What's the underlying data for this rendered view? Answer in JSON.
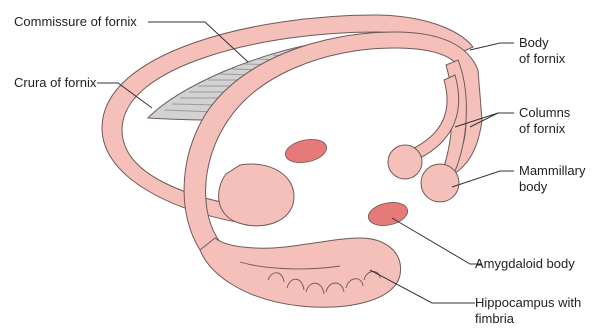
{
  "labels": {
    "commissure": "Commissure of fornix",
    "crura": "Crura of fornix",
    "body_line1": "Body",
    "body_line2": "of fornix",
    "columns_line1": "Columns",
    "columns_line2": "of fornix",
    "mammillary_line1": "Mammillary",
    "mammillary_line2": "body",
    "amygdaloid": "Amygdaloid body",
    "hippocampus_line1": "Hippocampus with",
    "hippocampus_line2": "fimbria"
  },
  "colors": {
    "fill": "#f5c0ba",
    "stroke": "#6e5a58",
    "amygdala": "#e57a78",
    "commissure": "#9a9a9a",
    "label_text": "#222222",
    "leader_line": "#333333"
  }
}
